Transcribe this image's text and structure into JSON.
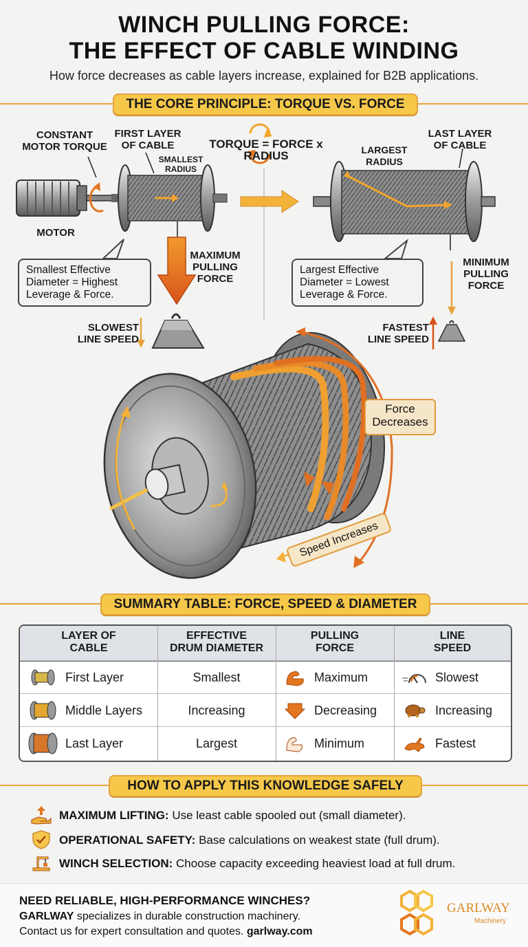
{
  "header": {
    "title_line1": "WINCH PULLING FORCE:",
    "title_line2": "THE EFFECT OF CABLE WINDING",
    "subtitle": "How force decreases as cable layers increase, explained for B2B applications."
  },
  "core": {
    "heading": "THE CORE PRINCIPLE: TORQUE VS. FORCE",
    "formula": "TORQUE = FORCE x RADIUS",
    "left": {
      "constant_torque": "CONSTANT\nMOTOR TORQUE",
      "first_layer": "FIRST LAYER\nOF CABLE",
      "smallest_radius": "SMALLEST\nRADIUS",
      "motor": "MOTOR",
      "max_force": "MAXIMUM\nPULLING\nFORCE",
      "callout": "Smallest Effective\nDiameter = Highest\nLeverage & Force.",
      "speed": "SLOWEST\nLINE SPEED"
    },
    "right": {
      "last_layer": "LAST LAYER\nOF CABLE",
      "largest_radius": "LARGEST\nRADIUS",
      "min_force": "MINIMUM\nPULLING\nFORCE",
      "callout": "Largest Effective\nDiameter = Lowest\nLeverage & Force.",
      "speed": "FASTEST\nLINE SPEED"
    },
    "drum_labels": {
      "force": "Force\nDecreases",
      "speed": "Speed Increases"
    }
  },
  "summary": {
    "heading": "SUMMARY TABLE: FORCE, SPEED & DIAMETER",
    "columns": [
      "LAYER OF\nCABLE",
      "EFFECTIVE\nDRUM DIAMETER",
      "PULLING\nFORCE",
      "LINE\nSPEED"
    ],
    "rows": [
      {
        "layer": "First Layer",
        "diameter": "Smallest",
        "force": "Maximum",
        "speed": "Slowest",
        "spool_color": "#d9b84a",
        "force_icon": "strong-arm-icon",
        "speed_icon": "speedometer-slow-icon"
      },
      {
        "layer": "Middle Layers",
        "diameter": "Increasing",
        "force": "Decreasing",
        "speed": "Increasing",
        "spool_color": "#e3a62e",
        "force_icon": "down-arrow-icon",
        "speed_icon": "turtle-icon"
      },
      {
        "layer": "Last Layer",
        "diameter": "Largest",
        "force": "Minimum",
        "speed": "Fastest",
        "spool_color": "#d8762a",
        "force_icon": "weak-arm-icon",
        "speed_icon": "rabbit-icon"
      }
    ]
  },
  "apply": {
    "heading": "HOW TO APPLY THIS KNOWLEDGE SAFELY",
    "items": [
      {
        "title": "MAXIMUM LIFTING:",
        "text": " Use least cable spooled out (small diameter).",
        "icon": "hand-lift-icon"
      },
      {
        "title": "OPERATIONAL SAFETY:",
        "text": " Base calculations on weakest state (full drum).",
        "icon": "shield-check-icon"
      },
      {
        "title": "WINCH SELECTION:",
        "text": " Choose capacity exceeding heaviest load at full drum.",
        "icon": "crane-icon"
      }
    ]
  },
  "footer": {
    "headline": "NEED RELIABLE, HIGH-PERFORMANCE WINCHES?",
    "line2_brand": "GARLWAY",
    "line2_rest": " specializes in durable construction machinery.",
    "line3": "Contact us for expert consultation and quotes. ",
    "line3_url": "garlway.com",
    "logo_name": "GARLWAY",
    "logo_sub": "Machinery"
  },
  "colors": {
    "accent": "#f6c84a",
    "orange": "#e3761f",
    "dark": "#1a1a1a"
  }
}
